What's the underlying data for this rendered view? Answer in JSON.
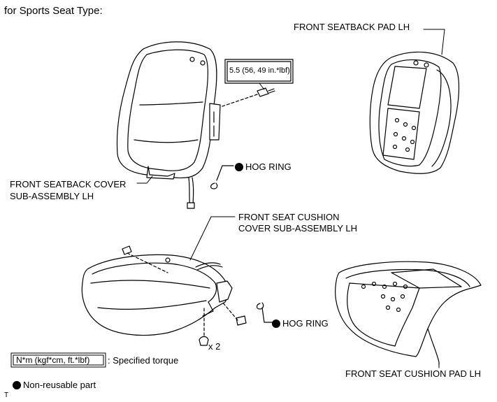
{
  "title": "for Sports Seat Type:",
  "labels": {
    "seatback_pad": "FRONT SEATBACK PAD LH",
    "seatback_cover_1": "FRONT SEATBACK COVER",
    "seatback_cover_2": "SUB-ASSEMBLY LH",
    "hog_ring_top": "HOG RING",
    "torque": "5.5 (56, 49 in.*lbf)",
    "cushion_cover_1": "FRONT SEAT CUSHION",
    "cushion_cover_2": "COVER SUB-ASSEMBLY LH",
    "hog_ring_bottom": "HOG RING",
    "multiplier": "x 2",
    "cushion_pad": "FRONT SEAT CUSHION PAD LH"
  },
  "legend": {
    "torque_unit": "N*m (kgf*cm, ft.*lbf)",
    "torque_desc": ": Specified torque",
    "nonreusable": "Non-reusable part"
  },
  "corner_mark": "T"
}
